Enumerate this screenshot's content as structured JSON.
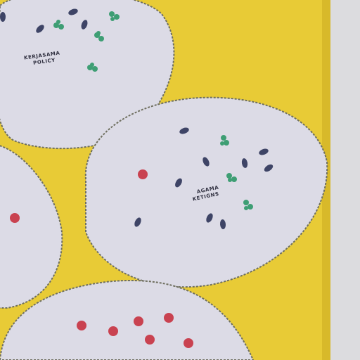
{
  "photo": {
    "colors": {
      "board": "#e8cb36",
      "board_shadow": "#d8b92a",
      "wall": "#dcdcdf",
      "oval_fill": "#dcdbe6",
      "oval_outline": "#6f6f5f",
      "navy_dot": "#3e4466",
      "red_dot": "#c94250",
      "green_mark": "#3e9e74"
    },
    "ovals": [
      {
        "name": "top-left-oval",
        "label_lines": [
          "KERJASAMA",
          "POLICY"
        ]
      },
      {
        "name": "center-right-oval",
        "label_lines": [
          "AGAMA",
          "KETIGNS"
        ]
      },
      {
        "name": "left-edge-oval",
        "label_lines": []
      },
      {
        "name": "bottom-oval",
        "label_lines": []
      }
    ]
  }
}
